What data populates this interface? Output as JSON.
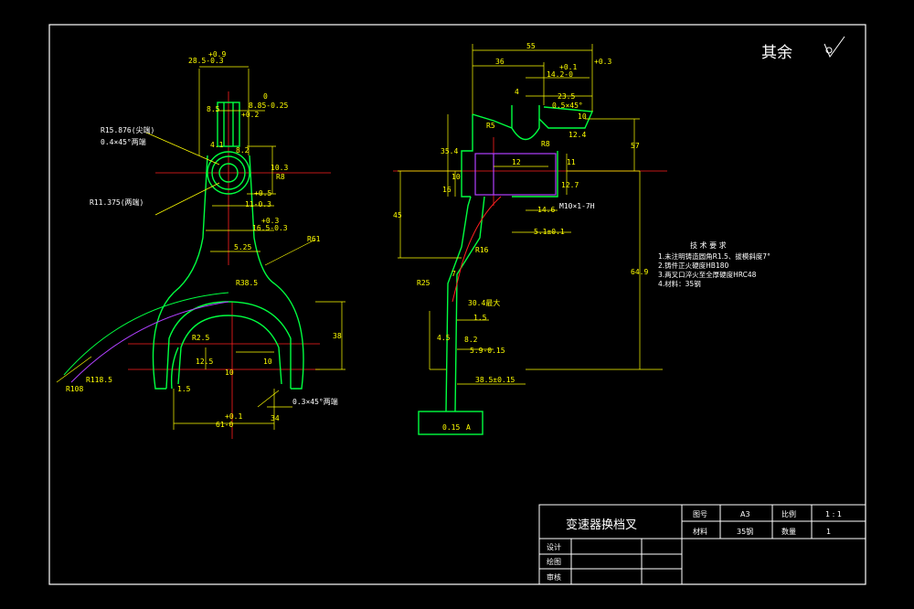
{
  "surface": {
    "title": "其余"
  },
  "tech_req": {
    "heading": "技 术 要 求",
    "items": [
      "1.未注明铸造圆角R1.5、拔模斜度7°",
      "2.铸件正火硬度HB180",
      "3.两叉口淬火至全厚硬度HRC48",
      "4.材料：35钢"
    ]
  },
  "title_block": {
    "part_name": "变速器换档叉",
    "drawing_no_label": "图号",
    "drawing_no": "A3",
    "scale_label": "比例",
    "scale": "1 : 1",
    "material_label": "材料",
    "material": "35钢",
    "qty_label": "数量",
    "qty": "1",
    "design_label": "设计",
    "draw_label": "绘图",
    "check_label": "审核"
  },
  "front_view": {
    "dims": [
      "28.5-0.3",
      "+0.9",
      "0",
      "8.85-0.25",
      "8.5",
      "+0.2",
      "4.1",
      "8.2",
      "R15.876(尖端)",
      "0.4×45°两端",
      "10.3",
      "R8",
      "R11.375(两端)",
      "+0.5",
      "11-0.3",
      "+0.3",
      "16.5-0.3",
      "5.25",
      "R61",
      "R38.5",
      "38",
      "R2.5",
      "12.5",
      "10",
      "10",
      "R118.5",
      "R108",
      "+0.1",
      "61-0",
      "1.5",
      "34",
      "0.3×45°两端"
    ]
  },
  "side_view": {
    "dims": [
      "55",
      "36",
      "+0.1",
      "14.2-0",
      "+0.3",
      "4",
      "23.5",
      "10",
      "0.5×45°",
      "R5",
      "12.4",
      "35.4",
      "57",
      "12",
      "R8",
      "11",
      "12.7",
      "10",
      "16",
      "M10×1-7H",
      "14.6",
      "5.1±0.1",
      "45",
      "R16",
      "64.9",
      "R25",
      "7",
      "30.4最大",
      "1.5",
      "4.5",
      "5.9-0.15",
      "8.2",
      "38.5±0.15",
      "0.15",
      "A"
    ]
  }
}
